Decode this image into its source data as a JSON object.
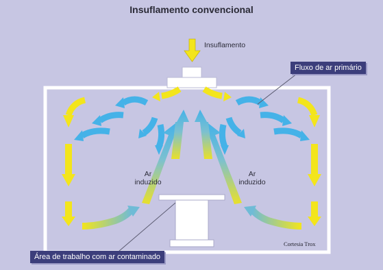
{
  "title": "Insuflamento convencional",
  "labels": {
    "supply": "Insuflamento",
    "primary_flow": "Fluxo de ar primário",
    "induced_left_1": "Ar",
    "induced_left_2": "induzido",
    "induced_right_1": "Ar",
    "induced_right_2": "induzido",
    "work_area": "Área de trabalho com ar contaminado",
    "credit": "Cortesia Trox"
  },
  "colors": {
    "background": "#c7c6e3",
    "room_outline": "#ffffff",
    "primary_air": "#f3e51c",
    "induced_air": "#45b2e8",
    "label_box": "#3c3e7b"
  }
}
